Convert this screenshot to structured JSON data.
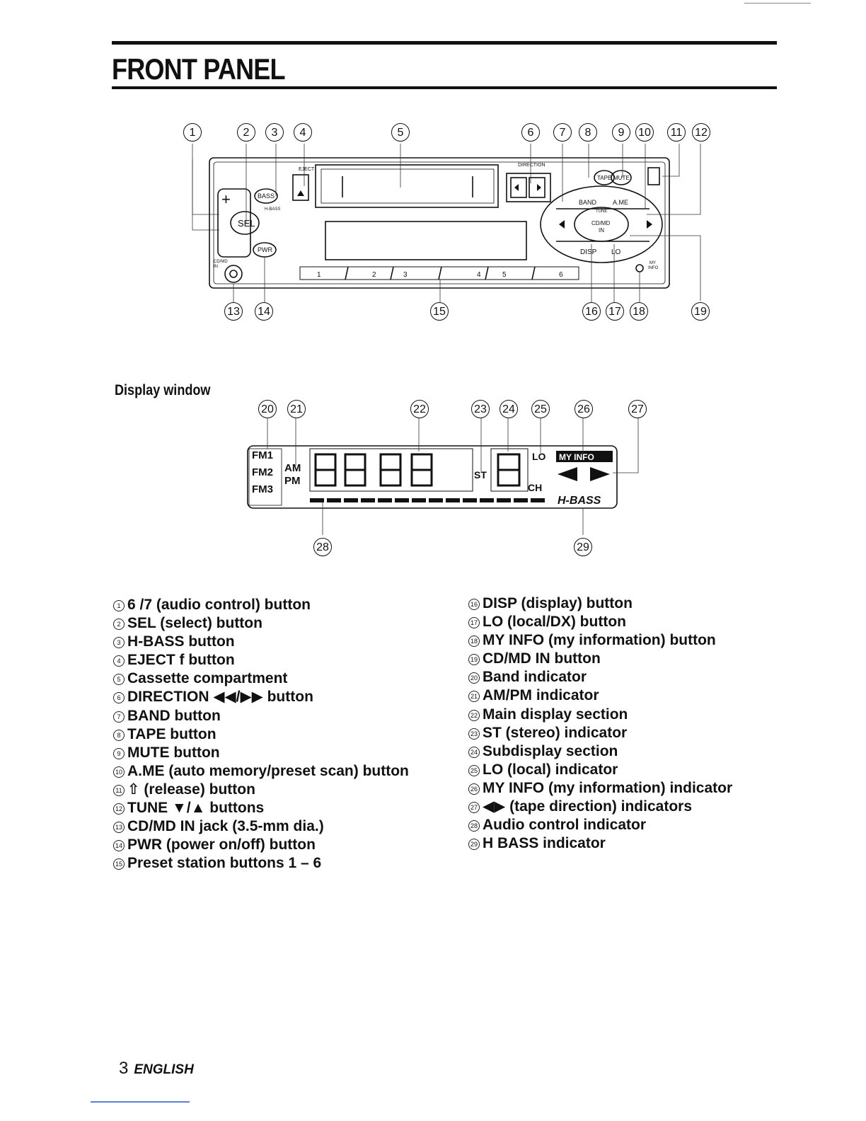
{
  "page": {
    "title": "FRONT PANEL",
    "display_heading": "Display window",
    "footer_number": "3",
    "footer_lang": "ENGLISH"
  },
  "panel": {
    "eject": "EJECT",
    "direction": "DIRECTION",
    "bass": "BASS",
    "hbass": "H-BASS",
    "sel": "SEL",
    "pwr": "PWR",
    "cdmd": "CD/MD",
    "in": "IN",
    "tape": "TAPE",
    "mute": "MUTE",
    "band": "BAND",
    "ame": "A.ME",
    "tune": "TUNE",
    "disp": "DISP",
    "lo": "LO",
    "my": "MY",
    "info": "INFO",
    "presets": [
      "1",
      "2",
      "3",
      "4",
      "5",
      "6"
    ]
  },
  "display": {
    "fm1": "FM1",
    "fm2": "FM2",
    "fm3": "FM3",
    "am": "AM",
    "pm": "PM",
    "st": "ST",
    "lo": "LO",
    "myinfo": "MY INFO",
    "ch": "CH",
    "hbass": "H-BASS"
  },
  "callouts_top": [
    "1",
    "2",
    "3",
    "4",
    "5",
    "6",
    "7",
    "8",
    "9",
    "10",
    "11",
    "12"
  ],
  "callouts_bottom": [
    "13",
    "14",
    "15",
    "16",
    "17",
    "18",
    "19"
  ],
  "callouts_display_top": [
    "20",
    "21",
    "22",
    "23",
    "24",
    "25",
    "26",
    "27"
  ],
  "callouts_display_bottom": [
    "28",
    "29"
  ],
  "legend_left": [
    {
      "n": "1",
      "text": "6 /7  (audio control) button"
    },
    {
      "n": "2",
      "text": "SEL (select) button"
    },
    {
      "n": "3",
      "text": "H-BASS button"
    },
    {
      "n": "4",
      "text": "EJECT f  button"
    },
    {
      "n": "5",
      "text": "Cassette compartment"
    },
    {
      "n": "6",
      "text": "DIRECTION ◀◀/▶▶ button"
    },
    {
      "n": "7",
      "text": "BAND button"
    },
    {
      "n": "8",
      "text": "TAPE button"
    },
    {
      "n": "9",
      "text": "MUTE button"
    },
    {
      "n": "10",
      "text": "A.ME (auto memory/preset scan) button"
    },
    {
      "n": "11",
      "text": "⇧ (release) button"
    },
    {
      "n": "12",
      "text": "TUNE ▼/▲ buttons"
    },
    {
      "n": "13",
      "text": "CD/MD IN jack (3.5-mm dia.)"
    },
    {
      "n": "14",
      "text": "PWR (power on/off) button"
    },
    {
      "n": "15",
      "text": "Preset station buttons 1 – 6"
    }
  ],
  "legend_right": [
    {
      "n": "16",
      "text": "DISP (display) button"
    },
    {
      "n": "17",
      "text": "LO (local/DX) button"
    },
    {
      "n": "18",
      "text": "MY INFO (my information) button"
    },
    {
      "n": "19",
      "text": "CD/MD IN button"
    },
    {
      "n": "20",
      "text": "Band indicator"
    },
    {
      "n": "21",
      "text": "AM/PM indicator"
    },
    {
      "n": "22",
      "text": "Main display section"
    },
    {
      "n": "23",
      "text": "ST (stereo) indicator"
    },
    {
      "n": "24",
      "text": "Subdisplay section"
    },
    {
      "n": "25",
      "text": "LO (local) indicator"
    },
    {
      "n": "26",
      "text": "MY INFO (my information) indicator"
    },
    {
      "n": "27",
      "text": "◀▶ (tape direction) indicators"
    },
    {
      "n": "28",
      "text": "Audio control indicator"
    },
    {
      "n": "29",
      "text": "H BASS indicator"
    }
  ]
}
